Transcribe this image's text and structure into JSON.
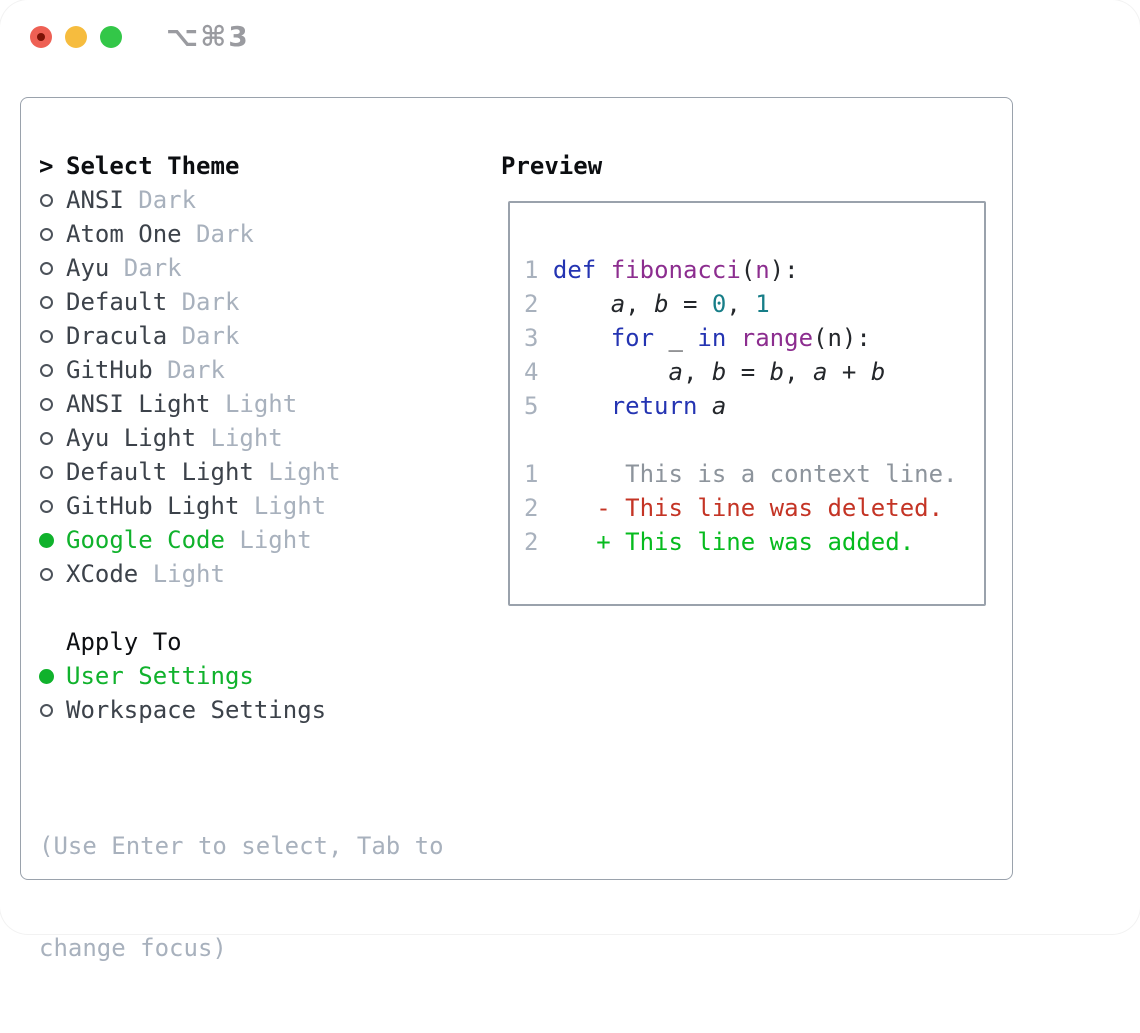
{
  "window": {
    "title": "⌥⌘3",
    "traffic_lights": [
      "close",
      "minimize",
      "zoom"
    ]
  },
  "colors": {
    "border": "#9aa2ac",
    "header": "#0c0e11",
    "dark": "#3c424a",
    "muted": "#a8b1bd",
    "green": "#10b22c",
    "num": "#a8b1bd",
    "kw": "#2434b2",
    "typ": "#8c2d8f",
    "pln": "#24272b",
    "lit": "#177e88",
    "ctx": "#8d949c",
    "del": "#c43425",
    "add": "#06bb1e",
    "tl-red": "#ee6054",
    "tl-yellow": "#f6bc3e",
    "tl-green": "#33c748"
  },
  "theme_picker": {
    "prompt": ">",
    "header": "Select Theme",
    "items": [
      {
        "name": "ANSI",
        "variant": "Dark",
        "selected": false
      },
      {
        "name": "Atom One",
        "variant": "Dark",
        "selected": false
      },
      {
        "name": "Ayu",
        "variant": "Dark",
        "selected": false
      },
      {
        "name": "Default",
        "variant": "Dark",
        "selected": false
      },
      {
        "name": "Dracula",
        "variant": "Dark",
        "selected": false
      },
      {
        "name": "GitHub",
        "variant": "Dark",
        "selected": false
      },
      {
        "name": "ANSI Light",
        "variant": "Light",
        "selected": false
      },
      {
        "name": "Ayu Light",
        "variant": "Light",
        "selected": false
      },
      {
        "name": "Default Light",
        "variant": "Light",
        "selected": false
      },
      {
        "name": "GitHub Light",
        "variant": "Light",
        "selected": false
      },
      {
        "name": "Google Code",
        "variant": "Light",
        "selected": true
      },
      {
        "name": "XCode",
        "variant": "Light",
        "selected": false
      }
    ]
  },
  "apply_to": {
    "header": "Apply To",
    "options": [
      {
        "label": "User Settings",
        "selected": true
      },
      {
        "label": "Workspace Settings",
        "selected": false
      }
    ]
  },
  "hint_lines": [
    "(Use Enter to select, Tab to",
    "change focus)"
  ],
  "preview": {
    "label": "Preview",
    "lines": [
      [
        [
          "num",
          "1 "
        ],
        [
          "kw",
          "def"
        ],
        [
          "pln",
          " "
        ],
        [
          "typ",
          "fibonacci"
        ],
        [
          "pln",
          "("
        ],
        [
          "typ",
          "n"
        ],
        [
          "pln",
          "):"
        ]
      ],
      [
        [
          "num",
          "2 "
        ],
        [
          "pln",
          "    "
        ],
        [
          "var",
          "a"
        ],
        [
          "pln",
          ", "
        ],
        [
          "var",
          "b"
        ],
        [
          "pln",
          " = "
        ],
        [
          "lit",
          "0"
        ],
        [
          "pln",
          ", "
        ],
        [
          "lit",
          "1"
        ]
      ],
      [
        [
          "num",
          "3 "
        ],
        [
          "pln",
          "    "
        ],
        [
          "kw",
          "for"
        ],
        [
          "pln",
          " _ "
        ],
        [
          "kw",
          "in"
        ],
        [
          "pln",
          " "
        ],
        [
          "typ",
          "range"
        ],
        [
          "pln",
          "(n):"
        ]
      ],
      [
        [
          "num",
          "4 "
        ],
        [
          "pln",
          "        "
        ],
        [
          "var",
          "a"
        ],
        [
          "pln",
          ", "
        ],
        [
          "var",
          "b"
        ],
        [
          "pln",
          " = "
        ],
        [
          "var",
          "b"
        ],
        [
          "pln",
          ", "
        ],
        [
          "var",
          "a"
        ],
        [
          "pln",
          " + "
        ],
        [
          "var",
          "b"
        ]
      ],
      [
        [
          "num",
          "5 "
        ],
        [
          "pln",
          "    "
        ],
        [
          "kw",
          "return"
        ],
        [
          "pln",
          " "
        ],
        [
          "var",
          "a"
        ]
      ],
      [],
      [
        [
          "num",
          "1 "
        ],
        [
          "ctx",
          "     This is a context line."
        ]
      ],
      [
        [
          "num",
          "2 "
        ],
        [
          "del",
          "   - This line was deleted."
        ]
      ],
      [
        [
          "num",
          "2 "
        ],
        [
          "add",
          "   + This line was added."
        ]
      ]
    ]
  }
}
